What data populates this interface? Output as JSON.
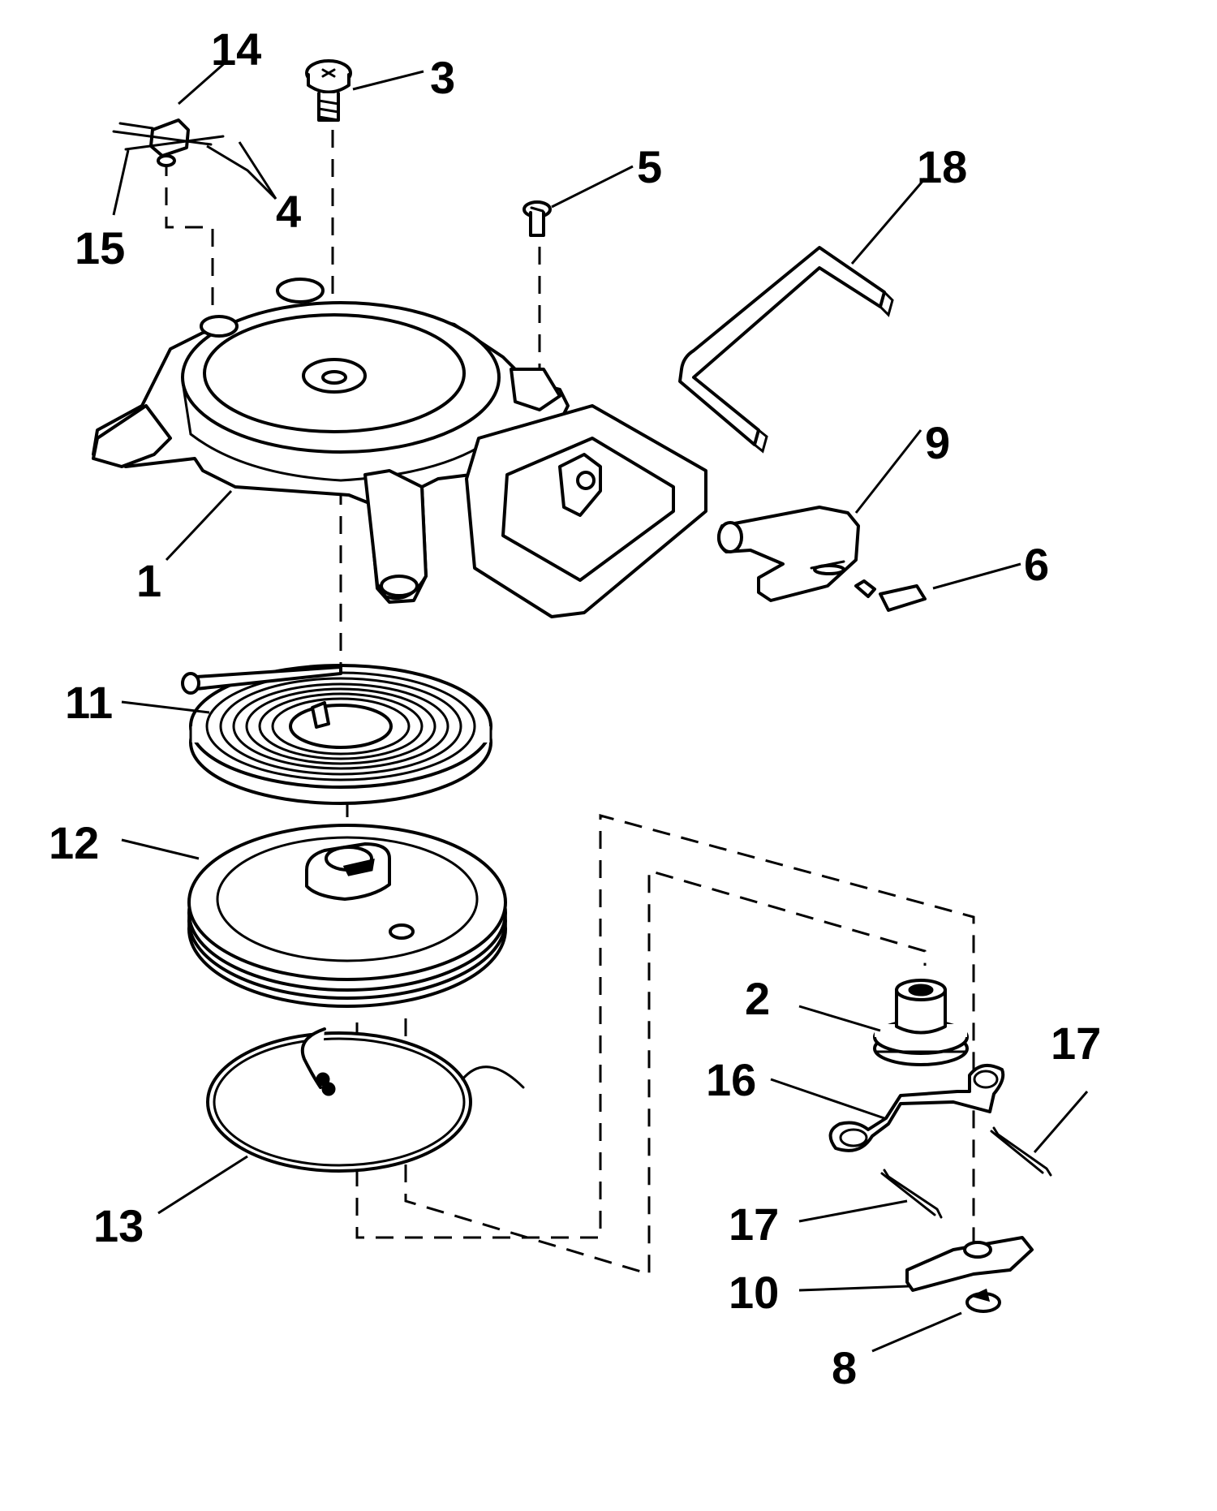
{
  "diagram": {
    "labels": {
      "p1": "1",
      "p2": "2",
      "p3": "3",
      "p4": "4",
      "p5": "5",
      "p6": "6",
      "p8": "8",
      "p9": "9",
      "p10": "10",
      "p11": "11",
      "p12": "12",
      "p13": "13",
      "p14": "14",
      "p15": "15",
      "p16": "16",
      "p17a": "17",
      "p17b": "17",
      "p18": "18"
    }
  }
}
